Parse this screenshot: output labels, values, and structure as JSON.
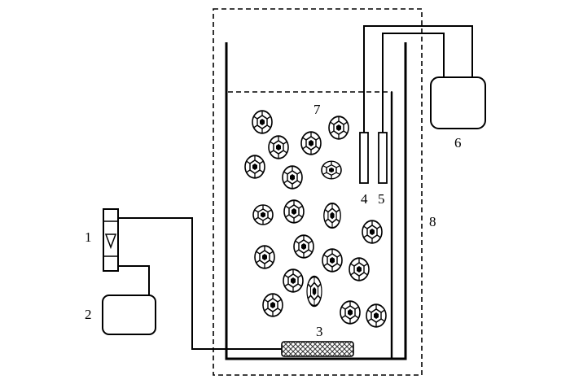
{
  "labels": {
    "flowmeter": "1",
    "air_pump": "2",
    "aeration_stone": "3",
    "probe_a": "4",
    "probe_b": "5",
    "meter": "6",
    "carriers": "7",
    "enclosure": "8"
  },
  "colors": {
    "stroke": "#000000",
    "background": "#ffffff",
    "diffuser_fill": "#555555"
  }
}
